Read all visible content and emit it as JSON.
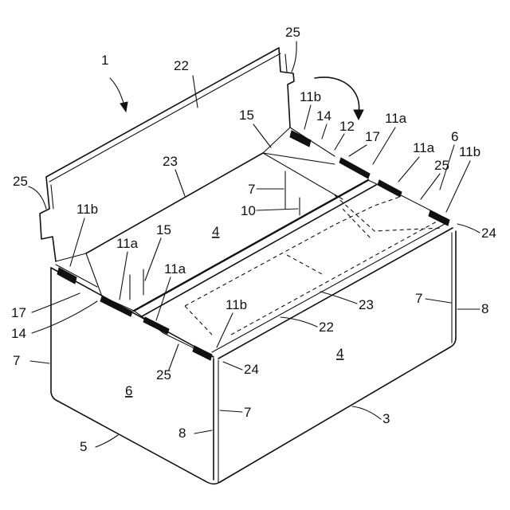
{
  "colors": {
    "line": "#111111",
    "background": "#ffffff"
  },
  "reference_numerals": [
    "1",
    "22",
    "25",
    "11b",
    "14",
    "12",
    "17",
    "11a",
    "11a",
    "6",
    "11b",
    "25",
    "24",
    "15",
    "23",
    "7",
    "10",
    "4",
    "25",
    "11b",
    "11a",
    "15",
    "11a",
    "17",
    "14",
    "7",
    "23",
    "7",
    "8",
    "22",
    "4",
    "11b",
    "24",
    "25",
    "6",
    "7",
    "8",
    "5",
    "3"
  ]
}
